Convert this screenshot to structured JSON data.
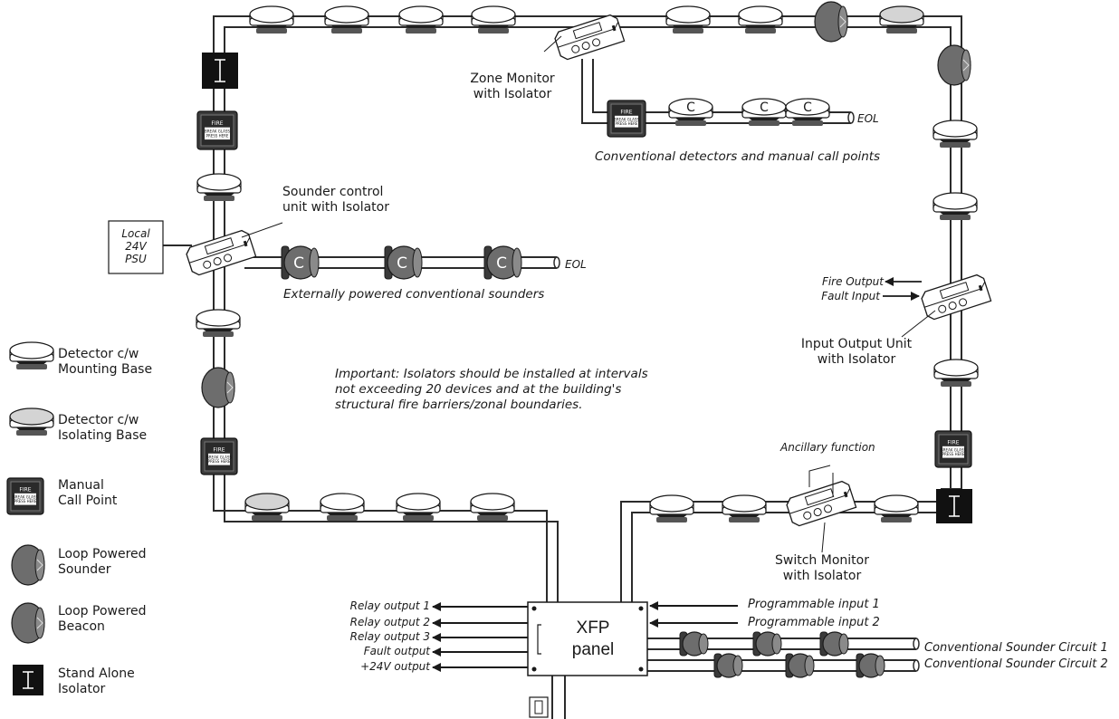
{
  "labels": {
    "zone_monitor": [
      "Zone Monitor",
      "with Isolator"
    ],
    "conv_detectors": "Conventional detectors and manual call points",
    "sounder_control": [
      "Sounder control",
      "unit with Isolator"
    ],
    "local_psu": [
      "Local",
      "24V",
      "PSU"
    ],
    "ext_sounders": "Externally powered conventional sounders",
    "eol": "EOL",
    "fire_output": "Fire Output",
    "fault_input": "Fault Input",
    "io_unit": [
      "Input Output Unit",
      "with Isolator"
    ],
    "important": "Important:  Isolators should be installed at intervals not exceeding 20 devices and at the building's structural fire barriers/zonal boundaries.",
    "ancillary": "Ancillary function",
    "switch_monitor": [
      "Switch Monitor",
      "with Isolator"
    ],
    "panel": [
      "XFP",
      "panel"
    ],
    "relay_outputs": [
      "Relay output 1",
      "Relay output 2",
      "Relay output 3",
      "Fault output",
      "+24V output"
    ],
    "prog_inputs": [
      "Programmable input 1",
      "Programmable input 2"
    ],
    "sounder_circuits": [
      "Conventional Sounder Circuit 1",
      "Conventional Sounder Circuit 2"
    ],
    "device_letter": "C",
    "mcp_text": [
      "FIRE",
      "BREAK GLASS",
      "PRESS HERE"
    ]
  },
  "legend": [
    {
      "lines": [
        "Detector c/w",
        "Mounting Base"
      ],
      "icon": "detector-icon"
    },
    {
      "lines": [
        "Detector c/w",
        "Isolating Base"
      ],
      "icon": "isolating-detector-icon"
    },
    {
      "lines": [
        "Manual",
        "Call Point"
      ],
      "icon": "manual-call-point-icon"
    },
    {
      "lines": [
        "Loop Powered",
        "Sounder"
      ],
      "icon": "sounder-icon"
    },
    {
      "lines": [
        "Loop Powered",
        "Beacon"
      ],
      "icon": "beacon-icon"
    },
    {
      "lines": [
        "Stand Alone",
        "Isolator"
      ],
      "icon": "isolator-icon"
    }
  ],
  "colors": {
    "line": "#2b2b2b",
    "detector_top": "#ffffff",
    "isolating_top": "#d4d4d4",
    "base_dark": "#1e1e1e",
    "sounder": "#6d6d6d",
    "isolator": "#111111",
    "mcp": "#3c3c3c"
  }
}
